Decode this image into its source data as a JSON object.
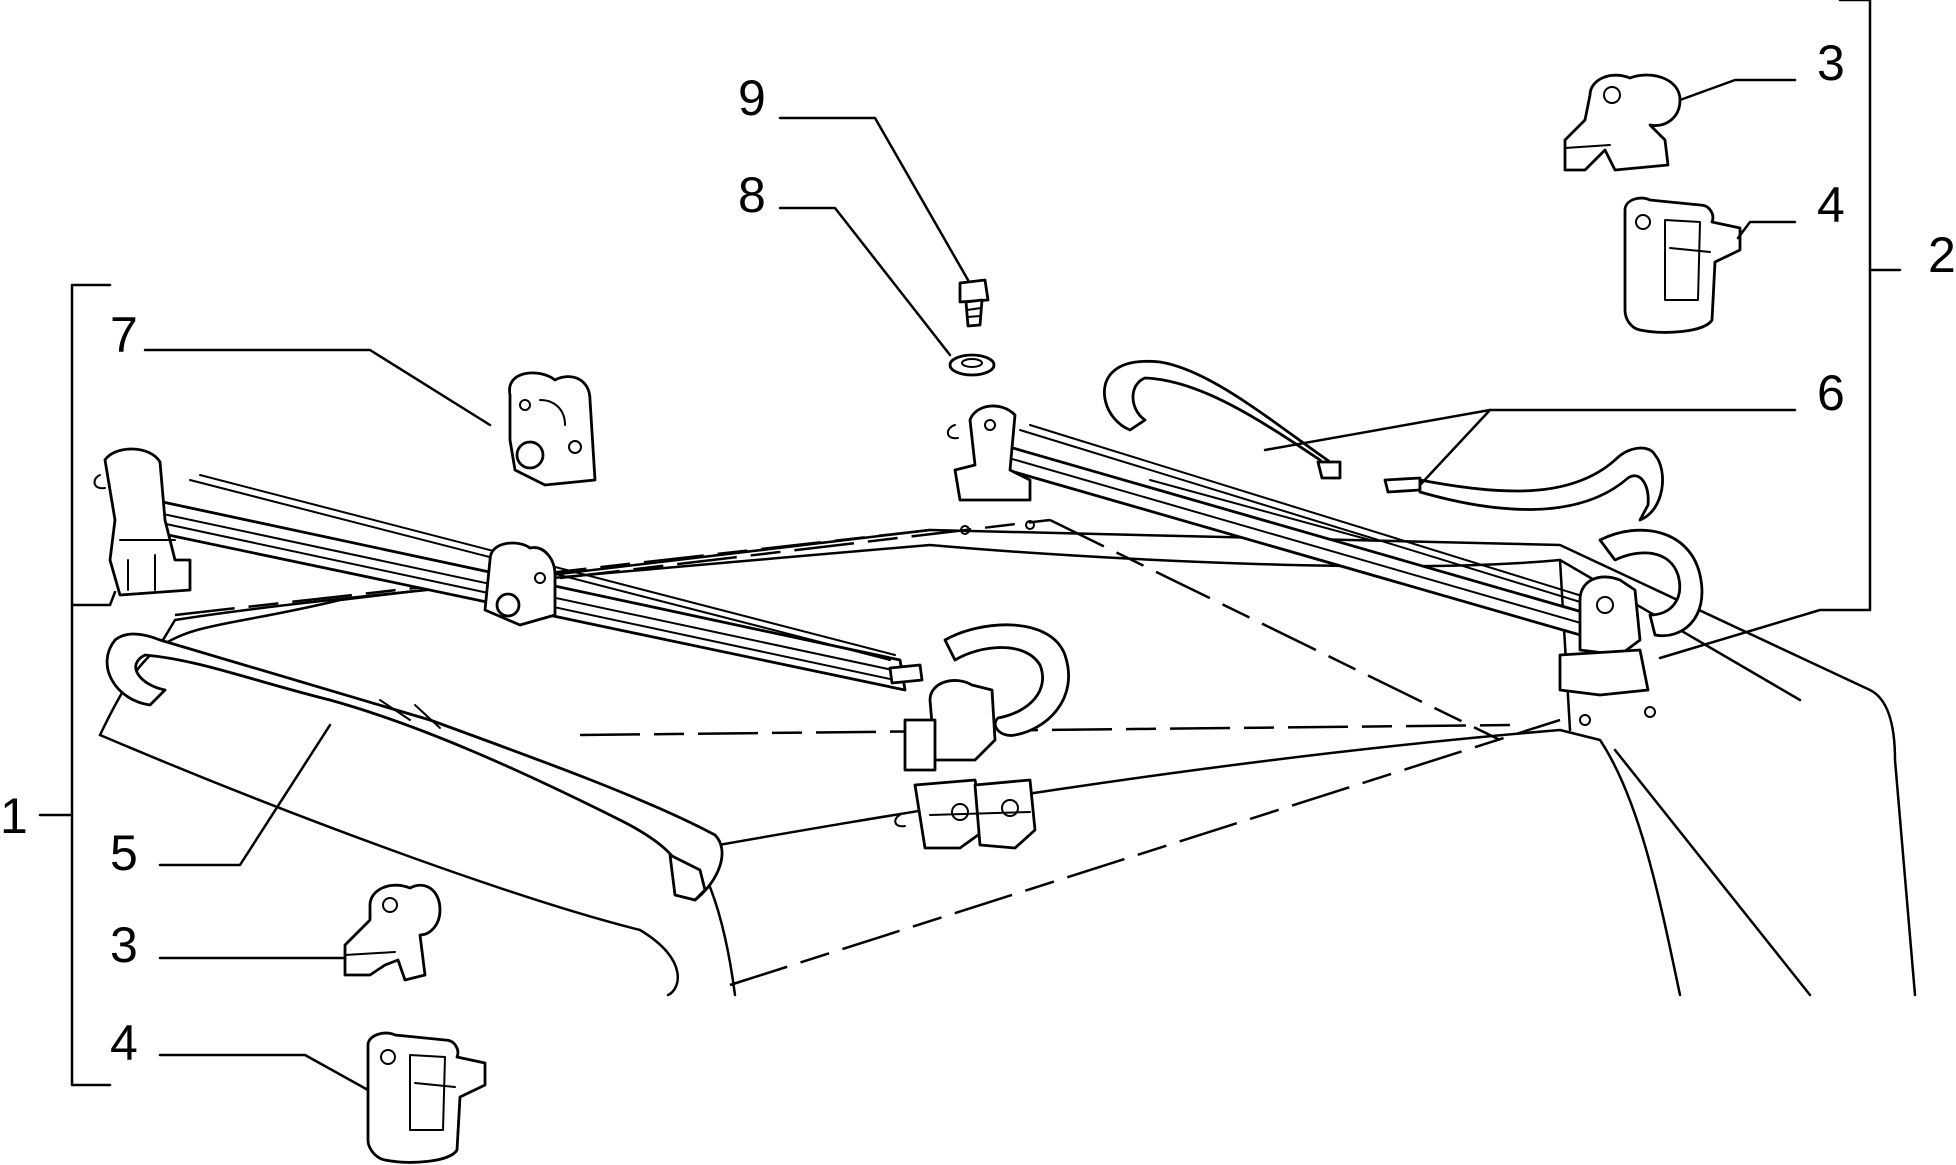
{
  "diagram": {
    "labels": {
      "l1": "1",
      "l2": "2",
      "l3_right": "3",
      "l4_right": "4",
      "l5": "5",
      "l6": "6",
      "l7": "7",
      "l8": "8",
      "l9": "9",
      "l3_left": "3",
      "l4_left": "4"
    }
  }
}
